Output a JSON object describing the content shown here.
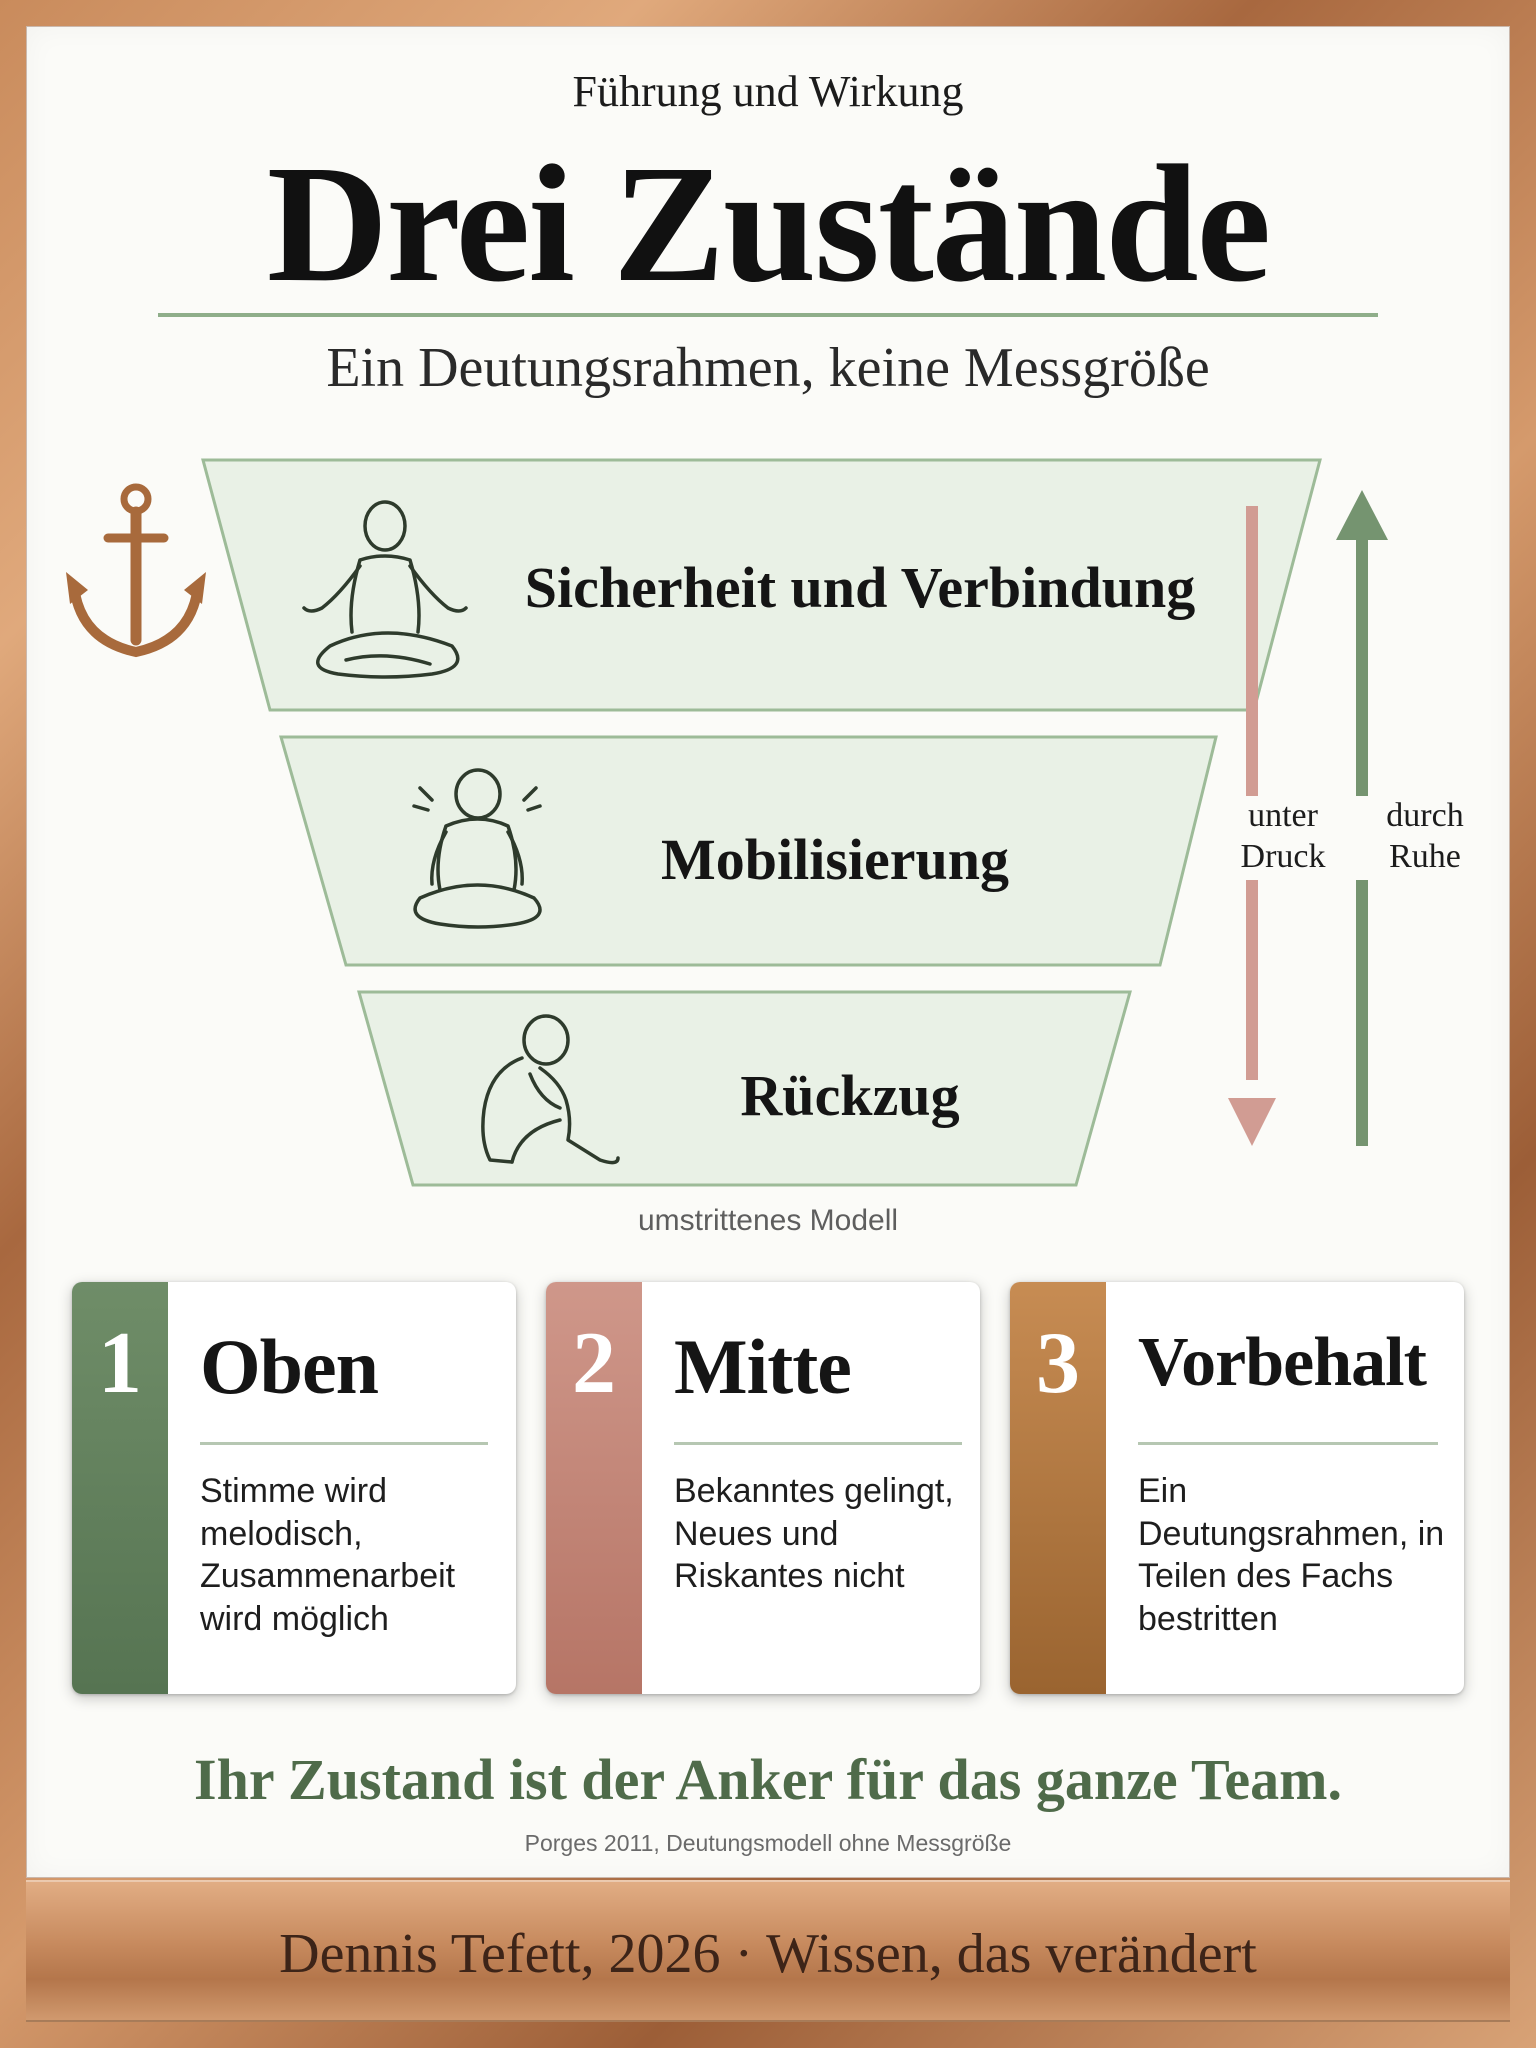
{
  "header": {
    "kicker": "Führung und Wirkung",
    "title": "Drei Zustände",
    "subtitle": "Ein Deutungsrahmen, keine Messgröße"
  },
  "layers": [
    {
      "label": "Sicherheit und Verbindung",
      "icon": "meditating-person-icon"
    },
    {
      "label": "Mobilisierung",
      "icon": "tense-person-icon"
    },
    {
      "label": "Rückzug",
      "icon": "withdrawn-person-icon"
    }
  ],
  "anchor_icon": "anchor-icon",
  "arrows": {
    "down_label": "unter Druck",
    "down_line1": "unter",
    "down_line2": "Druck",
    "up_label": "durch Ruhe",
    "up_line1": "durch",
    "up_line2": "Ruhe"
  },
  "model_note": "umstrittenes Modell",
  "cards": [
    {
      "number": "1",
      "heading": "Oben",
      "text": "Stimme wird melodisch, Zusammenarbeit wird möglich",
      "color": "#6f8d68"
    },
    {
      "number": "2",
      "heading": "Mitte",
      "text": "Bekanntes gelingt, Neues und Riskantes nicht",
      "color": "#c4887a"
    },
    {
      "number": "3",
      "heading": "Vorbehalt",
      "text": "Ein Deutungsrahmen, in Teilen des Fachs bestritten",
      "color": "#b47a42"
    }
  ],
  "tagline": "Ihr Zustand ist der Anker für das ganze Team.",
  "source": "Porges 2011, Deutungsmodell ohne Messgröße",
  "footer": "Dennis Tefett, 2026 · Wissen, das verändert",
  "colors": {
    "layer_fill": "#e9f1e6",
    "layer_stroke": "#9dbb98",
    "arrow_down": "#d19c93",
    "arrow_up": "#759470",
    "accent_green": "#4f6b4a",
    "bronze": "#b87a4f"
  }
}
